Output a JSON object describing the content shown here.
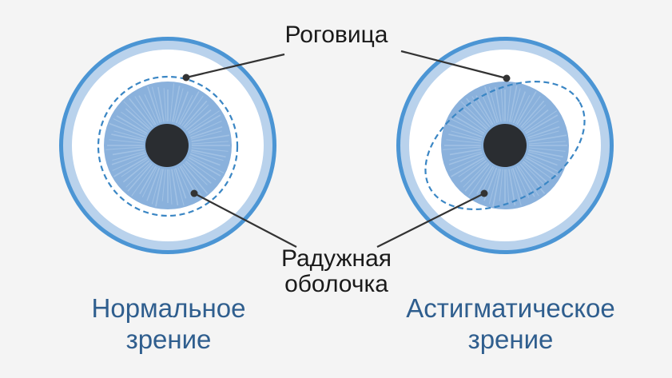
{
  "labels": {
    "cornea": "Роговица",
    "iris_line1": "Радужная",
    "iris_line2": "оболочка"
  },
  "captions": {
    "normal_line1": "Нормальное",
    "normal_line2": "зрение",
    "astig_line1": "Астигматическое",
    "astig_line2": "зрение"
  },
  "colors": {
    "background": "#f4f4f4",
    "outer_ring": "#4b95d4",
    "sclera_band": "#b9d2ec",
    "eye_white": "#ffffff",
    "iris": "#8ab1dc",
    "iris_rays": "#a7c6e6",
    "pupil": "#2a2d31",
    "cornea_dash": "#3a86c4",
    "pointer": "#333333",
    "caption_text": "#2f5e8e"
  }
}
